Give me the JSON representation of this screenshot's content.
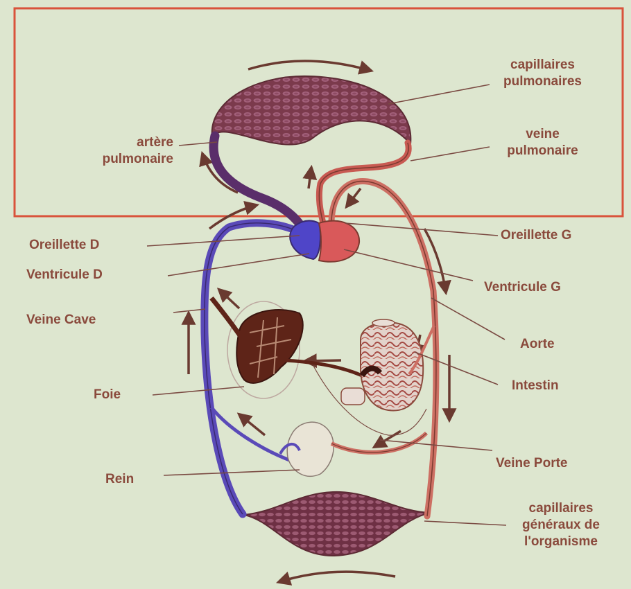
{
  "diagram": {
    "labels": {
      "capillaires_pulmonaires": "capillaires\npulmonaires",
      "veine_pulmonaire": "veine\npulmonaire",
      "artere_pulmonaire": "artère\npulmonaire",
      "oreillette_d": "Oreillette D",
      "oreillette_g": "Oreillette G",
      "ventricule_d": "Ventricule D",
      "ventricule_g": "Ventricule G",
      "veine_cave": "Veine Cave",
      "aorte": "Aorte",
      "intestin": "Intestin",
      "foie": "Foie",
      "veine_porte": "Veine Porte",
      "rein": "Rein",
      "capillaires_generaux": "capillaires\ngénéraux de\nl'organisme"
    }
  },
  "colors": {
    "background": "#dde6cf",
    "highlight_frame": "#d9533b",
    "label_text": "#8a4a3c",
    "arterial_blood": "#cd6f63",
    "venous_blood": "#5a4ab8",
    "organ_tissue": "#6a2a24",
    "leader_lines": "#7a4a42"
  }
}
